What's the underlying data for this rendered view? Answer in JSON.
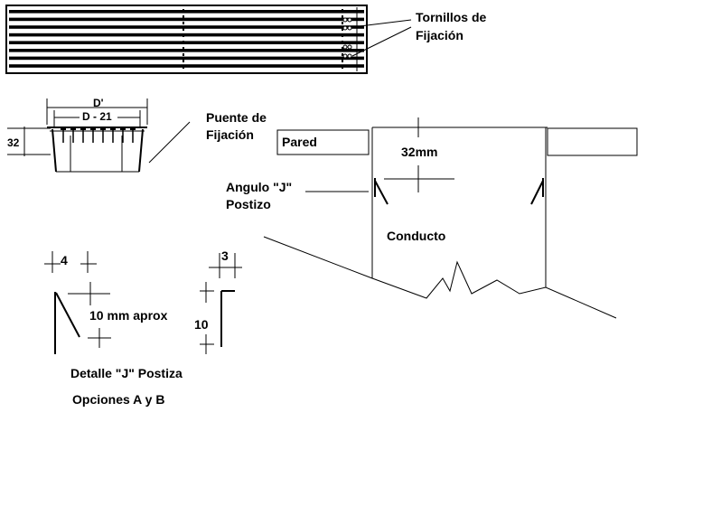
{
  "labels": {
    "tornillos_line1": "Tornillos de",
    "tornillos_line2": "Fijación",
    "dim_d_prime": "D'",
    "dim_d_minus": "D - 21",
    "dim_32_left": "32",
    "puente_line1": "Puente de",
    "puente_line2": "Fijación",
    "pared": "Pared",
    "dim_32mm": "32mm",
    "angulo_line1": "Angulo \"J\"",
    "angulo_line2": "Postizo",
    "conducto": "Conducto",
    "dim_4": "4",
    "dim_10mm": "10 mm aprox",
    "dim_3": "3",
    "dim_10": "10",
    "detalle": "Detalle \"J\" Postiza",
    "opciones": "Opciones A y B"
  }
}
